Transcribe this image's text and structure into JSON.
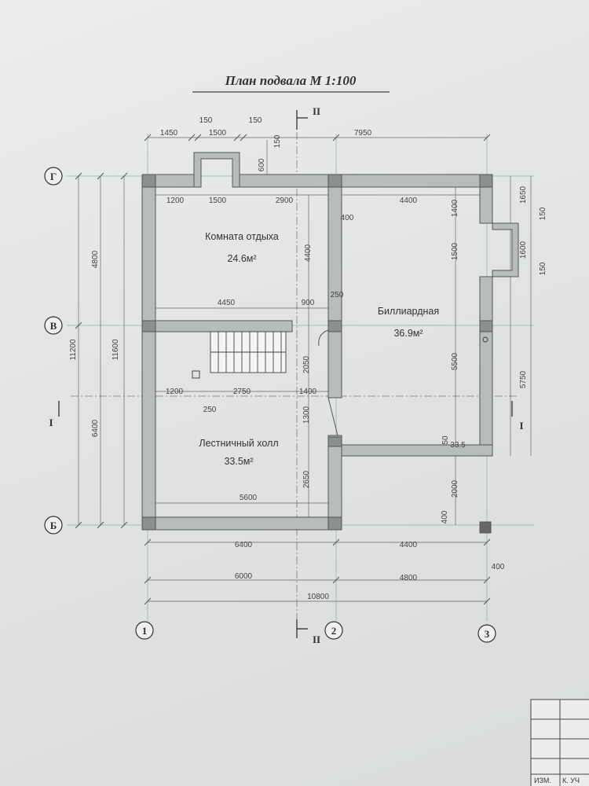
{
  "title": "План подвала  М 1:100",
  "axes": {
    "g": "Г",
    "v": "В",
    "b": "Б",
    "n1": "1",
    "n2": "2",
    "n3": "3"
  },
  "cuts": {
    "top": "II",
    "bottom": "II",
    "left": "I",
    "right": "I"
  },
  "rooms": [
    {
      "name": "Комната отдыха",
      "area": "24.6м²"
    },
    {
      "name": "Биллиардная",
      "area": "36.9м²"
    },
    {
      "name": "Лестничный холл",
      "area": "33.5м²"
    }
  ],
  "dims": {
    "top_1450": "1450",
    "top_150a": "150",
    "top_1500": "1500",
    "top_150b": "150",
    "top_7950": "7950",
    "row2_1200": "1200",
    "row2_1500": "1500",
    "row2_2900": "2900",
    "row2_4400": "4400",
    "mid_4450": "4450",
    "mid_900": "900",
    "low_1200": "1200",
    "low_2750": "2750",
    "low_1400": "1400",
    "low_250": "250",
    "inner_5600": "5600",
    "b1_6400": "6400",
    "b1_4400": "4400",
    "b1_400": "400",
    "b2_6000": "6000",
    "b2_4800": "4800",
    "b3_10800": "10800",
    "step_335": "33.5",
    "l_4800": "4800",
    "l_11200": "11200",
    "l_11600": "11600",
    "l_6400": "6400",
    "v_600": "600",
    "v_150": "150",
    "v_4400": "4400",
    "v_400": "400",
    "v_250": "250",
    "v_2050": "2050",
    "v_1300": "1300",
    "v_2650": "2650",
    "r_1400": "1400",
    "r_1500": "1500",
    "r_5500": "5500",
    "r_2000": "2000",
    "r_400": "400",
    "r_50": "50",
    "rr_1650": "1650",
    "rr_150a": "150",
    "rr_1600": "1600",
    "rr_150b": "150",
    "rr_5750": "5750"
  },
  "stamp": {
    "izm": "ИЗМ.",
    "kuch": "К. УЧ"
  }
}
